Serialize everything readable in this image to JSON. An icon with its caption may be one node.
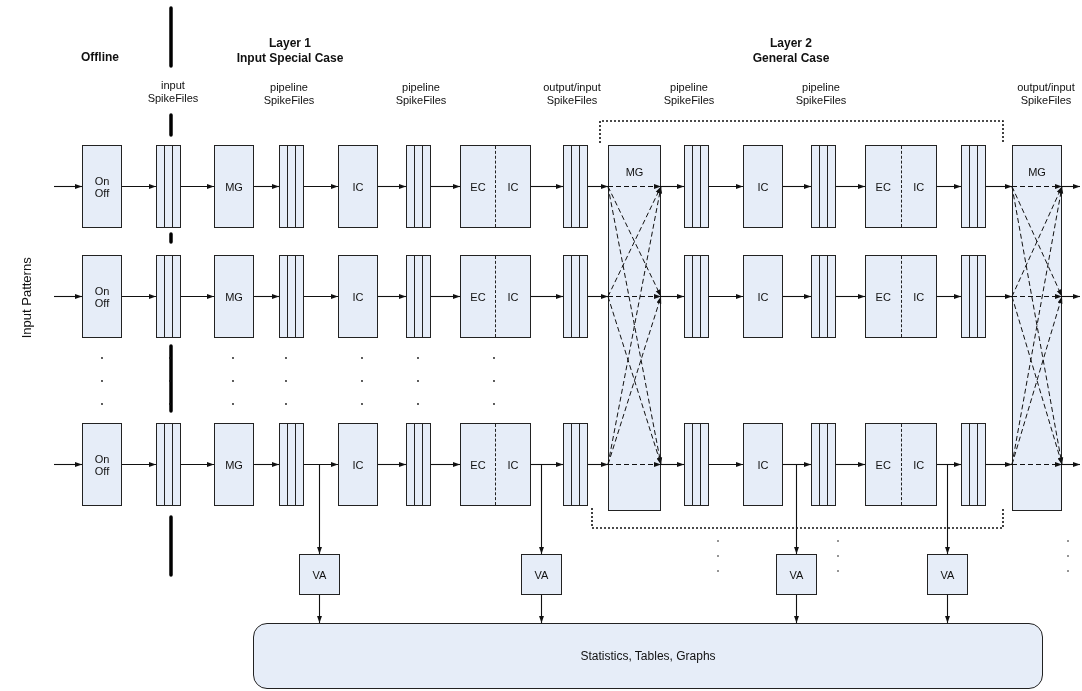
{
  "diagram": {
    "nodes": [
      {
        "text": [
          "On Off"
        ]
      },
      {
        "text": [],
        "shape": "box"
      },
      {
        "text": [
          "MG"
        ]
      },
      {
        "text": [],
        "shape": "box"
      },
      {
        "text": [
          "IC"
        ]
      },
      {
        "text": [],
        "shape": "box"
      },
      {
        "text": [
          "EC",
          "IC"
        ]
      },
      {
        "text": [],
        "shape": "box"
      },
      {
        "text": [
          "MG"
        ]
      },
      {
        "text": [],
        "shape": "box"
      },
      {
        "text": [
          "IC"
        ]
      },
      {
        "text": [],
        "shape": "box"
      },
      {
        "text": [
          "EC",
          "IC"
        ]
      },
      {
        "text": [],
        "shape": "box"
      },
      {
        "text": [
          "MG"
        ]
      },
      {
        "text": [
          "On Off"
        ]
      },
      {
        "text": [],
        "shape": "box"
      },
      {
        "text": [
          "MG"
        ]
      },
      {
        "text": [],
        "shape": "box"
      },
      {
        "text": [
          "IC"
        ]
      },
      {
        "text": [],
        "shape": "box"
      },
      {
        "text": [
          "EC",
          "IC"
        ]
      },
      {
        "text": [],
        "shape": "box"
      },
      {
        "text": [],
        "shape": "box"
      },
      {
        "text": [
          "IC"
        ]
      },
      {
        "text": [],
        "shape": "box"
      },
      {
        "text": [
          "EC",
          "IC"
        ]
      },
      {
        "text": [],
        "shape": "box"
      },
      {
        "text": [
          "On Off"
        ]
      },
      {
        "text": [],
        "shape": "box"
      },
      {
        "text": [
          "MG"
        ]
      },
      {
        "text": [],
        "shape": "box"
      },
      {
        "text": [
          "IC"
        ]
      },
      {
        "text": [],
        "shape": "box"
      },
      {
        "text": [
          "EC",
          "IC"
        ]
      },
      {
        "text": [],
        "shape": "box"
      },
      {
        "text": [],
        "shape": "box"
      },
      {
        "text": [
          "IC"
        ]
      },
      {
        "text": [],
        "shape": "box"
      },
      {
        "text": [
          "EC",
          "IC"
        ]
      },
      {
        "text": [],
        "shape": "box"
      },
      {
        "text": [
          "VA"
        ]
      },
      {
        "text": [
          "VA"
        ]
      },
      {
        "text": [
          "VA"
        ]
      },
      {
        "text": [
          "VA"
        ]
      },
      {
        "text": [
          "Statistics, Tables, Graphs"
        ]
      }
    ],
    "edges": [
      {
        "from": null,
        "to": 0,
        "arrow": "to"
      },
      {
        "from": 0,
        "to": 1,
        "arrow": "to"
      },
      {
        "from": 1,
        "to": 2,
        "arrow": "to"
      },
      {
        "from": 2,
        "to": 3,
        "arrow": "to"
      },
      {
        "from": 3,
        "to": 4,
        "arrow": "to"
      },
      {
        "from": 4,
        "to": 5,
        "arrow": "to"
      },
      {
        "from": 5,
        "to": 6,
        "arrow": "to"
      },
      {
        "from": 6,
        "to": 7,
        "arrow": "to"
      },
      {
        "from": 7,
        "to": 8,
        "arrow": "to"
      },
      {
        "from": 8,
        "to": 9,
        "arrow": "to"
      },
      {
        "from": 9,
        "to": 10,
        "arrow": "to"
      },
      {
        "from": 10,
        "to": 11,
        "arrow": "to"
      },
      {
        "from": 11,
        "to": 12,
        "arrow": "to"
      },
      {
        "from": 12,
        "to": 13,
        "arrow": "to"
      },
      {
        "from": 13,
        "to": 14,
        "arrow": "to"
      },
      {
        "from": 14,
        "to": null,
        "arrow": "to"
      },
      {
        "from": null,
        "to": 15,
        "arrow": "to"
      },
      {
        "from": 15,
        "to": 16,
        "arrow": "to"
      },
      {
        "from": 16,
        "to": 17,
        "arrow": "to"
      },
      {
        "from": 17,
        "to": 18,
        "arrow": "to"
      },
      {
        "from": 18,
        "to": 19,
        "arrow": "to"
      },
      {
        "from": 19,
        "to": 20,
        "arrow": "to"
      },
      {
        "from": 20,
        "to": 21,
        "arrow": "to"
      },
      {
        "from": 21,
        "to": 22,
        "arrow": "to"
      },
      {
        "from": 22,
        "to": 8,
        "arrow": "to"
      },
      {
        "from": 8,
        "to": 23,
        "arrow": "to"
      },
      {
        "from": 23,
        "to": 24,
        "arrow": "to"
      },
      {
        "from": 24,
        "to": 25,
        "arrow": "to"
      },
      {
        "from": 25,
        "to": 26,
        "arrow": "to"
      },
      {
        "from": 26,
        "to": 27,
        "arrow": "to"
      },
      {
        "from": 27,
        "to": 14,
        "arrow": "to"
      },
      {
        "from": 14,
        "to": null,
        "arrow": "to"
      },
      {
        "from": null,
        "to": 28,
        "arrow": "to"
      },
      {
        "from": 28,
        "to": 29,
        "arrow": "to"
      },
      {
        "from": 29,
        "to": 30,
        "arrow": "to"
      },
      {
        "from": 30,
        "to": 31,
        "arrow": "to"
      },
      {
        "from": 31,
        "to": 32,
        "arrow": "to"
      },
      {
        "from": 32,
        "to": 33,
        "arrow": "to"
      },
      {
        "from": 33,
        "to": 34,
        "arrow": "to"
      },
      {
        "from": 34,
        "to": 35,
        "arrow": "to"
      },
      {
        "from": 35,
        "to": 8,
        "arrow": "to"
      },
      {
        "from": 8,
        "to": 36,
        "arrow": "to"
      },
      {
        "from": 36,
        "to": 37,
        "arrow": "to"
      },
      {
        "from": 37,
        "to": 38,
        "arrow": "to"
      },
      {
        "from": 38,
        "to": 39,
        "arrow": "to"
      },
      {
        "from": 39,
        "to": 40,
        "arrow": "to"
      },
      {
        "from": 40,
        "to": 14,
        "arrow": "to"
      },
      {
        "from": 14,
        "to": null,
        "arrow": "to"
      },
      {
        "from": 31,
        "to": 41,
        "arrow": "to"
      },
      {
        "from": 34,
        "to": 42,
        "arrow": "to"
      },
      {
        "from": 37,
        "to": 43,
        "arrow": "to"
      },
      {
        "from": 39,
        "to": 44,
        "arrow": "to"
      },
      {
        "from": 41,
        "to": 45,
        "arrow": "to"
      },
      {
        "from": 42,
        "to": 45,
        "arrow": "to"
      },
      {
        "from": 43,
        "to": 45,
        "arrow": "to"
      },
      {
        "from": 44,
        "to": 45,
        "arrow": "to"
      }
    ],
    "labels": [
      "Offline",
      "Layer 1",
      "Input Special Case",
      "Layer 2",
      "General Case",
      "input SpikeFiles",
      "pipeline SpikeFiles",
      "pipeline SpikeFiles",
      "output/input SpikeFiles",
      "pipeline SpikeFiles",
      "pipeline SpikeFiles",
      "output/input SpikeFiles",
      "Input Patterns"
    ]
  }
}
